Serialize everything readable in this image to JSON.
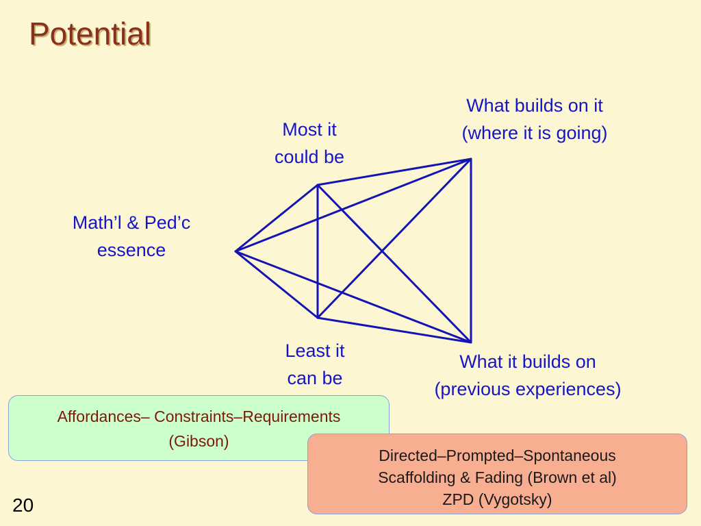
{
  "slide": {
    "title": "Potential",
    "page_number": "20"
  },
  "diagram": {
    "line_color": "#1414b4",
    "nodes": {
      "essence": {
        "line1": "Math’l & Ped’c",
        "line2": "essence"
      },
      "most": {
        "line1": "Most it",
        "line2": "could be"
      },
      "least": {
        "line1": "Least it",
        "line2": "can be"
      },
      "builds_on_it": {
        "line1": "What builds on it",
        "line2": "(where it is going)"
      },
      "it_builds_on": {
        "line1": "What it builds on",
        "line2": "(previous experiences)"
      }
    }
  },
  "boxes": {
    "affordances": {
      "line1": "Affordances– Constraints–Requirements",
      "line2": "(Gibson)",
      "background": "#ccffcc"
    },
    "directed": {
      "line1": "Directed–Prompted–Spontaneous",
      "line2": "Scaffolding & Fading (Brown et al)",
      "line3": "ZPD (Vygotsky)",
      "background": "#f8ae90"
    }
  }
}
